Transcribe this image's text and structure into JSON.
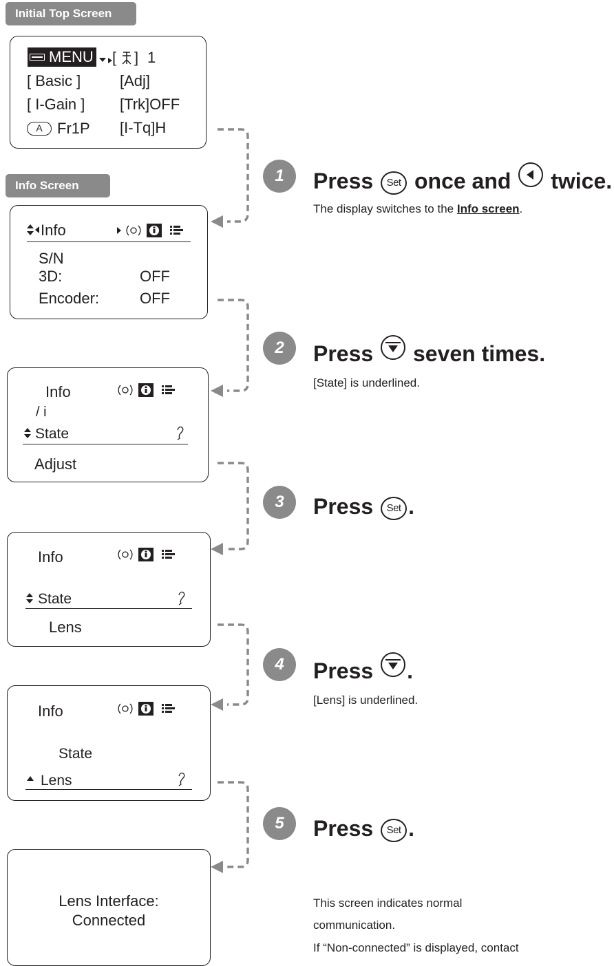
{
  "tabs": {
    "initial_top": "Initial Top Screen",
    "info_screen": "Info Screen"
  },
  "screen1": {
    "menu": "MENU",
    "dial_num": "1",
    "basic": "[ Basic ]",
    "adj": "[Adj]",
    "igain": "[ I-Gain ]",
    "trk": "[Trk]OFF",
    "a_label": "A",
    "fr1p": "Fr1P",
    "itq": "[I-Tq]H"
  },
  "screen2": {
    "header": "Info",
    "sn": "S/N",
    "threed_label": "3D:",
    "threed_value": "OFF",
    "encoder_label": "Encoder:",
    "encoder_value": "OFF"
  },
  "screen3": {
    "header": "Info",
    "path": "/ i",
    "item": "State",
    "sub": "Adjust"
  },
  "screen4": {
    "header": "Info",
    "item": "State",
    "sub": "Lens"
  },
  "screen5": {
    "header": "Info",
    "item1": "State",
    "item2": "Lens"
  },
  "screen6": {
    "line1": "Lens Interface:",
    "line2": "Connected"
  },
  "steps": [
    {
      "num": "1",
      "title_a": "Press",
      "set_label": "Set",
      "title_b": "once and",
      "title_c": "twice.",
      "desc_a": "The display switches to the",
      "desc_link": "Info screen",
      "desc_b": "."
    },
    {
      "num": "2",
      "title_a": "Press",
      "title_b": "seven times.",
      "desc": "[State] is underlined."
    },
    {
      "num": "3",
      "title_a": "Press",
      "set_label": "Set",
      "title_b": "."
    },
    {
      "num": "4",
      "title_a": "Press",
      "title_b": ".",
      "desc": "[Lens] is underlined."
    },
    {
      "num": "5",
      "title_a": "Press",
      "set_label": "Set",
      "title_b": ".",
      "desc1": "This screen indicates normal",
      "desc2": "communication.",
      "desc3": "If “Non-connected” is displayed, contact"
    }
  ],
  "colors": {
    "badge": "#8a8a8a",
    "text": "#231f20"
  }
}
